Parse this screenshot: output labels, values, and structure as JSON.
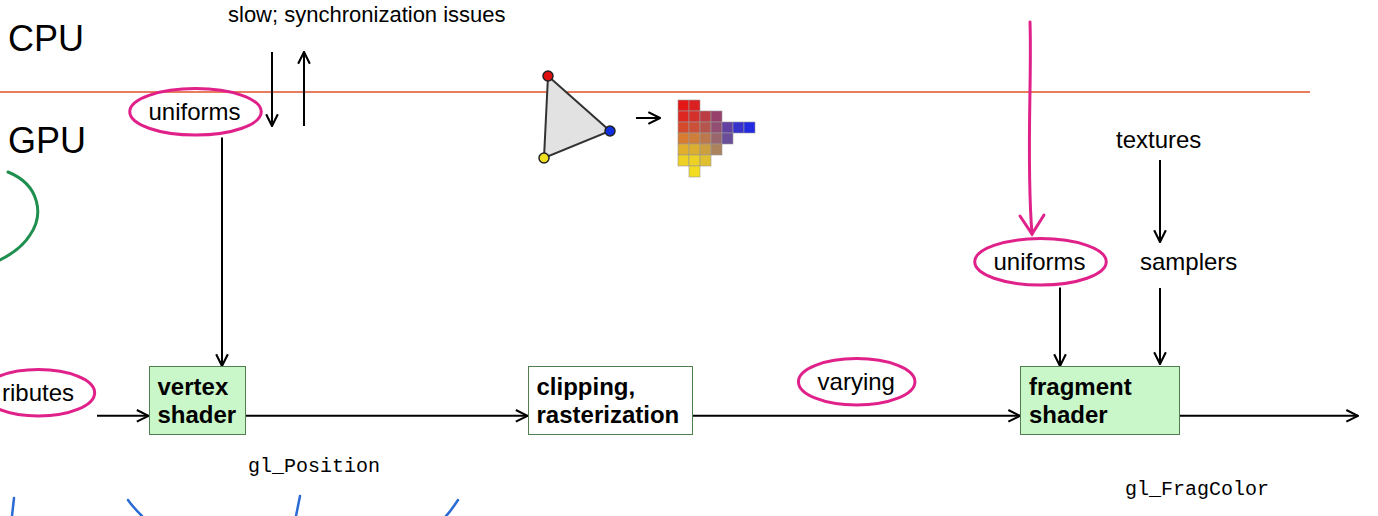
{
  "diagram": {
    "nodes": [
      {
        "text": [
          "ributes"
        ]
      },
      {
        "text": [
          "uniforms"
        ]
      },
      {
        "text": [
          "vertex shader"
        ]
      },
      {
        "text": [
          "clipping, rasterization"
        ]
      },
      {
        "text": [
          "uniforms"
        ]
      },
      {
        "text": [
          "fragment shader"
        ]
      }
    ],
    "edges": [
      {
        "from": 0,
        "to": 2,
        "arrow": "to"
      },
      {
        "from": 1,
        "to": 2,
        "arrow": "to"
      },
      {
        "from": 2,
        "to": 3,
        "arrow": "to"
      },
      {
        "from": 3,
        "to": 5,
        "label": "varying",
        "arrow": "to"
      },
      {
        "from": 4,
        "to": 5,
        "arrow": "to"
      }
    ],
    "labels": [
      "CPU",
      "slow; synchronization issues",
      "GPU",
      "textures",
      "samplers",
      "gl_Position",
      "gl_FragColor"
    ]
  }
}
